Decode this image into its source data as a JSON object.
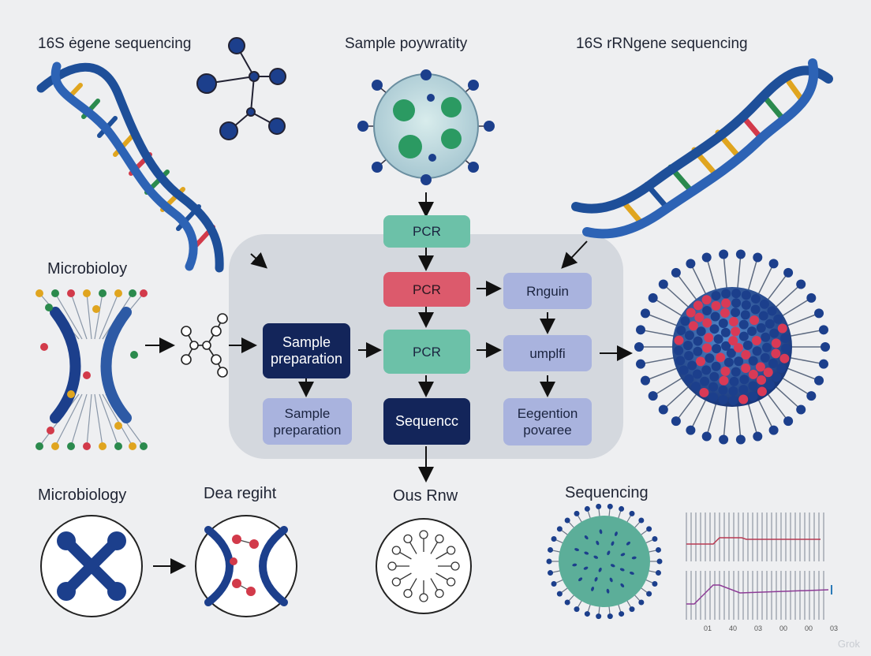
{
  "labels": {
    "top_left": "16S ėgene sequencing",
    "top_center": "Sample poywratity",
    "top_right": "16S rRNgene sequencing",
    "mid_left": "Microbioloy",
    "bottom_1": "Microbiology",
    "bottom_2": "Dea regiht",
    "bottom_3": "Ous Rnw",
    "bottom_4": "Sequencing"
  },
  "flow": {
    "pcr_top": "PCR",
    "pcr_red": "PCR",
    "pcr_mid": "PCR",
    "rngun": "Rnguin",
    "sample_prep_dark": "Sample preparation",
    "sample_prep_light": "Sample preparation",
    "sequence": "Sequencc",
    "umplfi": "umplfi",
    "egention": "Eegention povaree"
  },
  "graph_ticks": [
    "01",
    "40",
    "03",
    "00",
    "00",
    "03"
  ],
  "watermark": "Grok",
  "colors": {
    "navy": "#13255a",
    "blue": "#1e4f99",
    "teal": "#6cc1a8",
    "red": "#dc5a6c",
    "lavender": "#a9b3de",
    "panel": "#cfd4da"
  }
}
